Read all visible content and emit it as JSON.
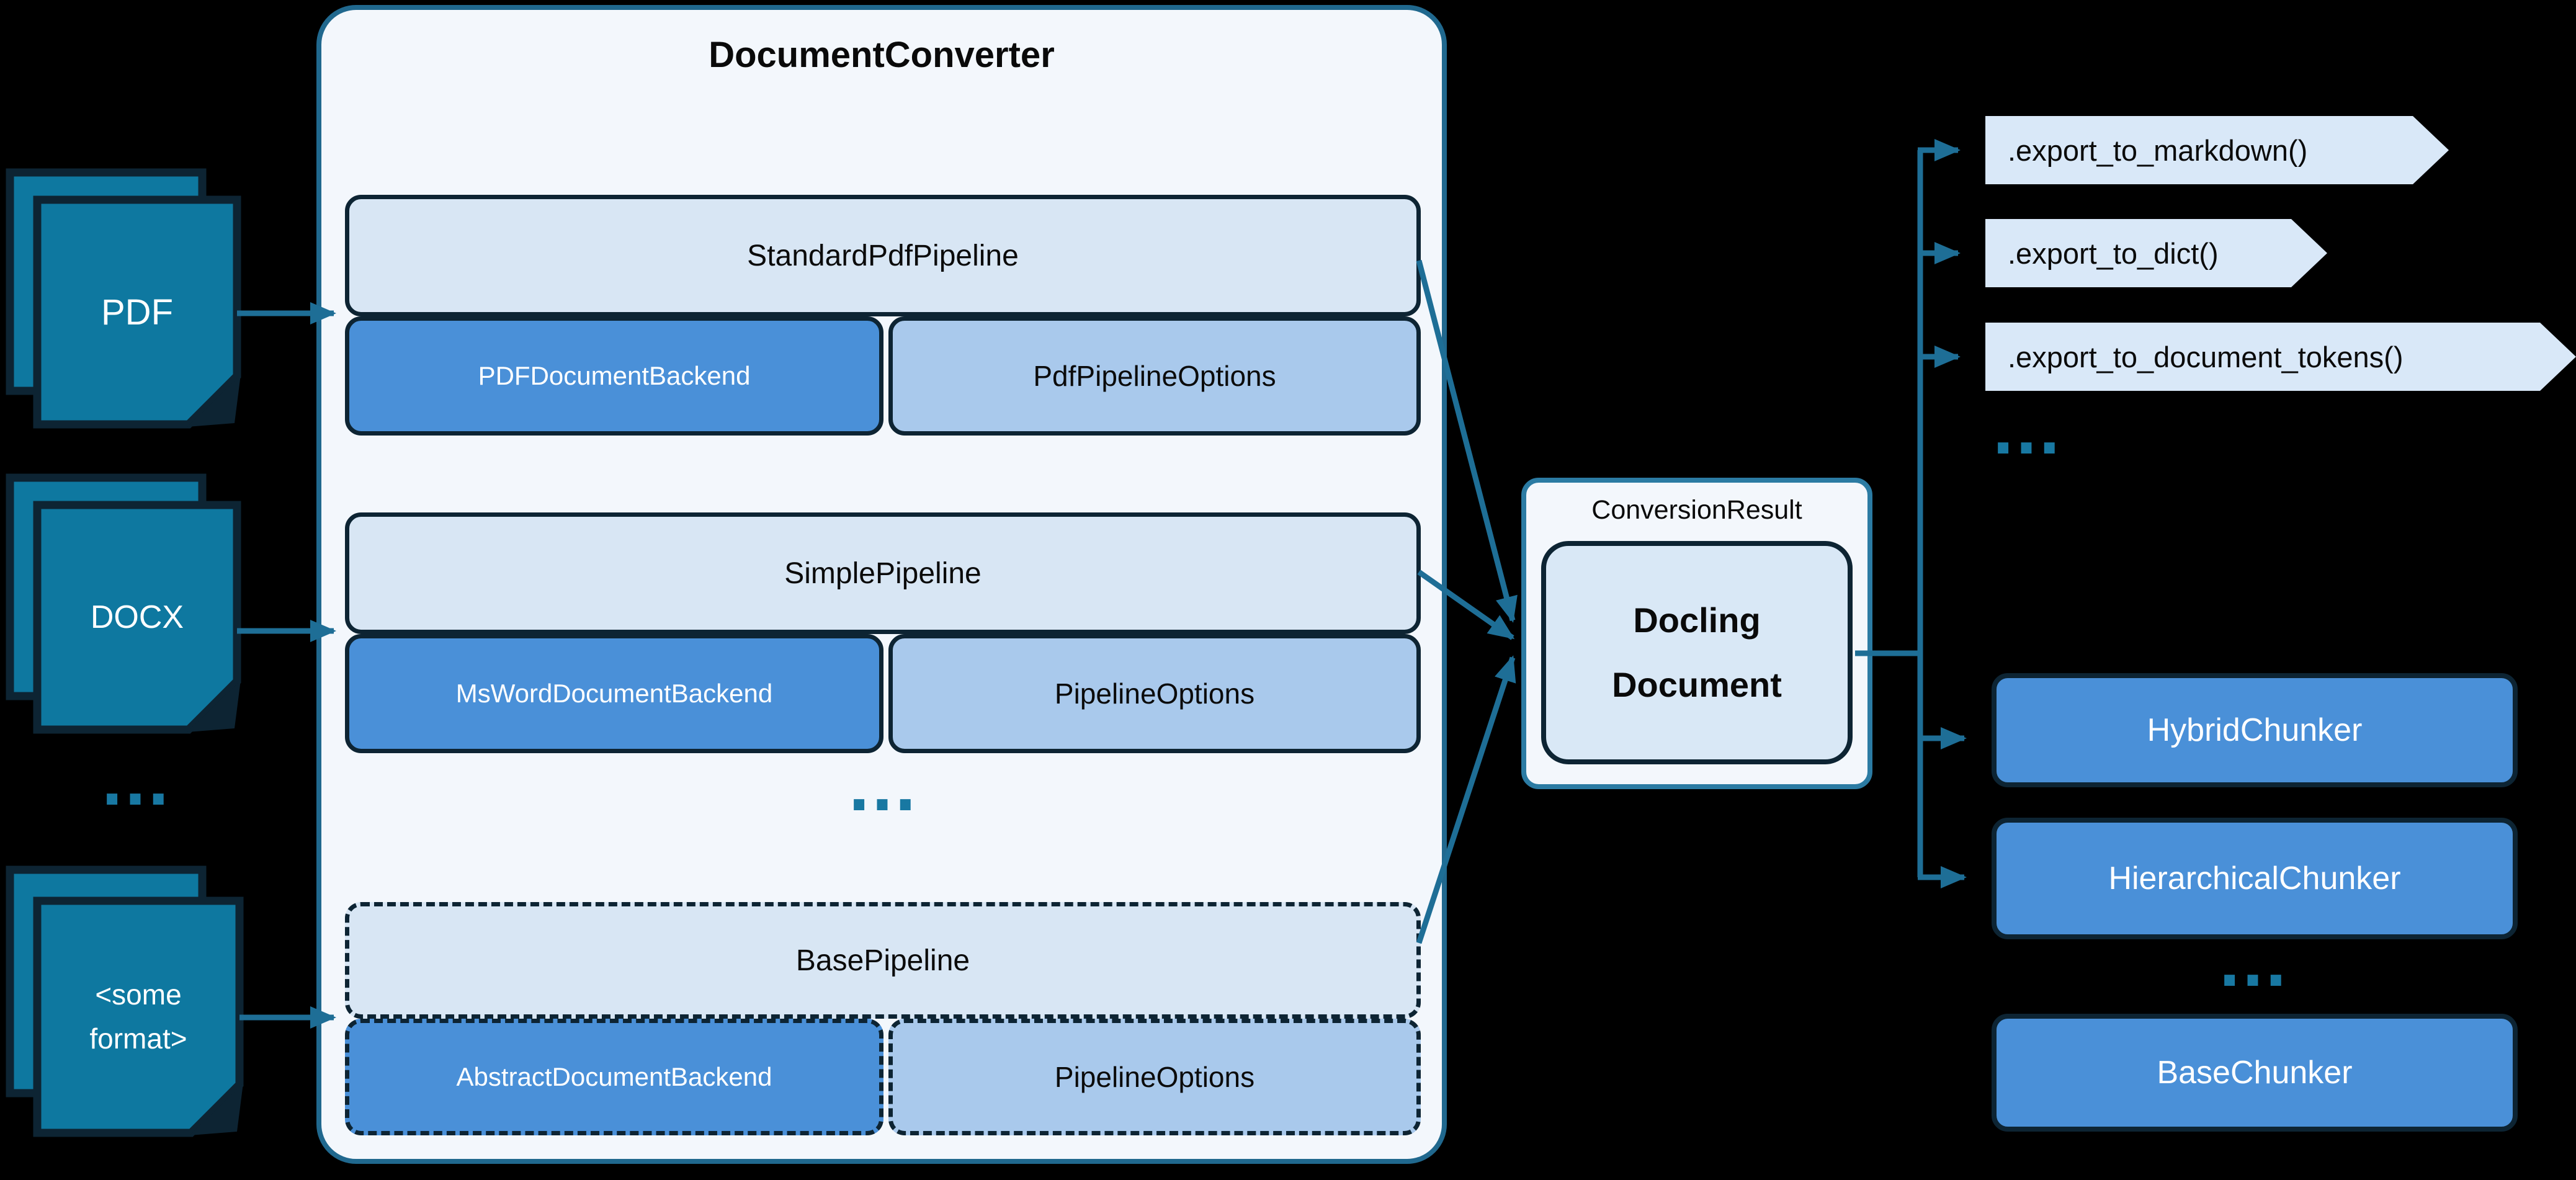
{
  "colors": {
    "background": "#000000",
    "connector_teal": "#1e6e96",
    "doc_icon_fill": "#0e78a0",
    "dark_border": "#0d2433",
    "container_border": "#20688e",
    "container_fill": "#f3f7fc",
    "pipeline_fill": "#d8e6f4",
    "backend_fill": "#4a90d8",
    "options_fill": "#a9c9ec",
    "result_border": "#2b7ba3",
    "tag_fill": "#d9e8f8",
    "ellipsis_color": "#1878a2"
  },
  "sources": {
    "pdf_label": "PDF",
    "docx_label": "DOCX",
    "other_line1": "<some",
    "other_line2": "format>",
    "ellipsis": "..."
  },
  "converter": {
    "title": "DocumentConverter",
    "ellipsis": "...",
    "rows": [
      {
        "pipeline": "StandardPdfPipeline",
        "backend": "PDFDocumentBackend",
        "options": "PdfPipelineOptions"
      },
      {
        "pipeline": "SimplePipeline",
        "backend": "MsWordDocumentBackend",
        "options": "PipelineOptions"
      },
      {
        "pipeline": "BasePipeline",
        "backend": "AbstractDocumentBackend",
        "options": "PipelineOptions"
      }
    ]
  },
  "result": {
    "label": "ConversionResult",
    "doc_line1": "Docling",
    "doc_line2": "Document"
  },
  "exports": {
    "items": [
      ".export_to_markdown()",
      ".export_to_dict()",
      ".export_to_document_tokens()"
    ],
    "ellipsis": "..."
  },
  "chunkers": {
    "hybrid": "HybridChunker",
    "hierarchical": "HierarchicalChunker",
    "base": "BaseChunker",
    "ellipsis": "..."
  }
}
